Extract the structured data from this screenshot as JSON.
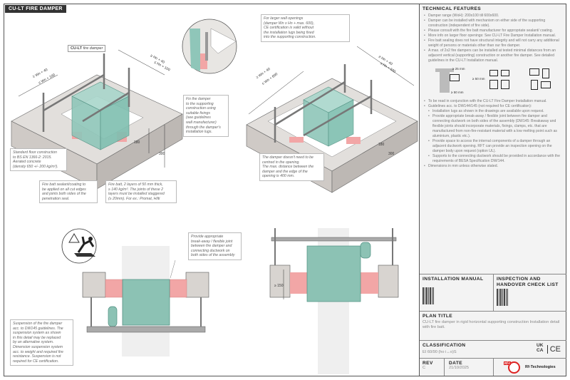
{
  "header": {
    "title": "CU-LT FIRE DAMPER"
  },
  "drawing": {
    "damper_label_bold": "CU-LT",
    "damper_label_rest": "fire damper",
    "dims_left": {
      "a1": "≥ Wn + 40",
      "a2": "≤ Wn + 100",
      "b1": "≥ Hn + 40",
      "b2": "≤ Hn + 100",
      "h1": "180",
      "h2": "300"
    },
    "dims_right": {
      "a1": "≥ Wn + 40",
      "a2": "≤ Wn + 600",
      "b1": "≥ Hn + 40",
      "b2": "≤ Hn + 600",
      "h1": "180",
      "h2": "300"
    },
    "dim_section": "≥ 150",
    "notes": {
      "larger_openings": "For larger wall openings\n(damper Wn x Hn + max. 600),\nCE certification is valid without\nthe installation lugs being fixed\ninto the supporting construction.",
      "fix_damper": "Fix the damper\nto the supporting\nconstruction using\nsuitable fixings\n(see guidelines\nwall manufacturer)\nthrough the damper's\ninstallation lugs.",
      "floor_construction": "Standard floor construction\nto BS EN 1366-2: 2015.\nAerated concrete\n(density 650 +/- 200 kg/m³).",
      "sealant": "Fire batt sealant/coating to\nbe applied on all cut edges\nand joints both sides of the\npenetration seal.",
      "fire_batt": "Fire batt, 2 layers of 50 mm thick,\n≥ 140 kg/m³. The joints of these 2\nlayers must be installed staggered\n(≥ 20mm). For ex.: Promat, Hilti",
      "not_centred": "The damper doesn't need to be\ncentred in the opening.\nThe max. distance between the\ndamper and the edge of the\nopening is 400 mm.",
      "breakaway": "Provide appropriate\nbreak-away / flexible joint\nbetween fire damper and\nconnecting ductwork on\nboth sides of the assembly",
      "suspension": "Suspension of the fire damper\nacc. to DW145 guidelines. The\nsuspension system as shown\nin this detail may be replaced\nby an alternative system.\nDimension suspension system\nacc. to weight and required fire\nresistance. Suspension is not\nrequired for CE certification."
    },
    "colors": {
      "damper": "#7fbfb0",
      "firebatt": "#f2a6a6",
      "concrete": "#d8d4d0",
      "steel": "#9a9a9a"
    }
  },
  "panel": {
    "tech_title": "TECHNICAL FEATURES",
    "features": [
      "Damper range (WxH): 200x100 till 600x600.",
      "Damper can be installed with mechanism on either side of the supporting construction (independent of fire side).",
      "Please consult with the fire batt manufacturer for appropriate sealant/ coating.",
      "More info on larger floor openings: See CU-LT Fire Damper Installation manual.",
      "Fire batt sealing does not have structural integrity and will not carry any additional weight of persons or materials other than our fire damper.",
      "A max. of 2x2 fire dampers can be installed at tested minimal distances from an adjacent vertical (supporting) construction or another fire damper. See detailed guidelines in the CU-LT Installation manual."
    ],
    "spacing_labels": {
      "top": "≥ 25 mm",
      "bottom": "≥ 50 mm",
      "between": "≥ 50 mm"
    },
    "features2": [
      "To be read in conjunction with the CU-LT Fire Damper Installation manual.",
      "Guidelines acc. to DW144/145 (not required for CE certification):"
    ],
    "sub_features": [
      "Installation lugs as shown in the drawings are available upon request.",
      "Provide appropriate break-away / flexible joint between fire damper and connecting ductwork on both sides of the assembly (DW145: Breakaway and flexible joints should incorporate materials, fixings, clamps, etc. that are manufactured from non-fire-resistant material with a low melting point such as aluminium, plastic etc.).",
      "Provide space to access the internal components of a damper through an adjacent ductwork opening. RFT can provide an inspection opening on the damper body upon request (option UL).",
      "Supports to the connecting ductwork should be provided in accordance with the requirements of BESA Specification DW/144."
    ],
    "features3": [
      "Dimensions in mm unless otherwise stated."
    ],
    "install_manual": "INSTALLATION MANUAL",
    "inspection": "INSPECTION AND HANDOVER CHECK LIST",
    "plan_title_h": "PLAN TITLE",
    "plan_title": "CU-LT fire damper in rigid horizontal supporting construction Installation detail with fire batt.",
    "classification_h": "CLASSIFICATION",
    "classification": "EI 60/90 (ho i↔o)S",
    "marks": {
      "ukca": "UK CA",
      "ce": "CE"
    },
    "rev_h": "REV",
    "rev": "C",
    "date_h": "DATE",
    "date": "21/10/2025",
    "logo_text": "Rf-Technologies",
    "logo_badge": "Rf-t"
  }
}
